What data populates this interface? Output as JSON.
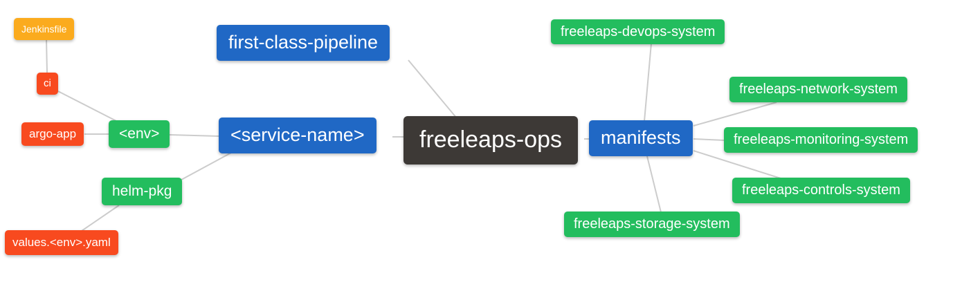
{
  "diagram": {
    "type": "mindmap",
    "root": "freeleaps-ops",
    "colors": {
      "orange": "#fbab1e",
      "red": "#f84a1f",
      "green": "#23bd5e",
      "blue": "#2068c5",
      "dark": "#3d3936",
      "edge": "#cccccc",
      "node_text": "#ffffff",
      "background": "#ffffff"
    },
    "nodes": [
      {
        "id": "jenkinsfile",
        "label": "Jenkinsfile",
        "color": "orange",
        "parent": "ci"
      },
      {
        "id": "ci",
        "label": "ci",
        "color": "red",
        "parent": "env"
      },
      {
        "id": "argo-app",
        "label": "argo-app",
        "color": "red",
        "parent": "env"
      },
      {
        "id": "env",
        "label": "<env>",
        "color": "green",
        "parent": "service-name"
      },
      {
        "id": "helm-pkg",
        "label": "helm-pkg",
        "color": "green",
        "parent": "service-name"
      },
      {
        "id": "values-env-yaml",
        "label": "values.<env>.yaml",
        "color": "red",
        "parent": "helm-pkg"
      },
      {
        "id": "first-class-pipeline",
        "label": "first-class-pipeline",
        "color": "blue",
        "parent": "freeleaps-ops"
      },
      {
        "id": "service-name",
        "label": "<service-name>",
        "color": "blue",
        "parent": "freeleaps-ops"
      },
      {
        "id": "freeleaps-ops",
        "label": "freeleaps-ops",
        "color": "dark",
        "parent": null
      },
      {
        "id": "manifests",
        "label": "manifests",
        "color": "blue",
        "parent": "freeleaps-ops"
      },
      {
        "id": "devops-system",
        "label": "freeleaps-devops-system",
        "color": "green",
        "parent": "manifests"
      },
      {
        "id": "network-system",
        "label": "freeleaps-network-system",
        "color": "green",
        "parent": "manifests"
      },
      {
        "id": "monitoring-system",
        "label": "freeleaps-monitoring-system",
        "color": "green",
        "parent": "manifests"
      },
      {
        "id": "controls-system",
        "label": "freeleaps-controls-system",
        "color": "green",
        "parent": "manifests"
      },
      {
        "id": "storage-system",
        "label": "freeleaps-storage-system",
        "color": "green",
        "parent": "manifests"
      }
    ],
    "edges": [
      [
        "jenkinsfile",
        "ci"
      ],
      [
        "ci",
        "env"
      ],
      [
        "argo-app",
        "env"
      ],
      [
        "env",
        "service-name"
      ],
      [
        "helm-pkg",
        "service-name"
      ],
      [
        "values-env-yaml",
        "helm-pkg"
      ],
      [
        "first-class-pipeline",
        "freeleaps-ops"
      ],
      [
        "service-name",
        "freeleaps-ops"
      ],
      [
        "freeleaps-ops",
        "manifests"
      ],
      [
        "manifests",
        "devops-system"
      ],
      [
        "manifests",
        "network-system"
      ],
      [
        "manifests",
        "monitoring-system"
      ],
      [
        "manifests",
        "controls-system"
      ],
      [
        "manifests",
        "storage-system"
      ]
    ]
  }
}
